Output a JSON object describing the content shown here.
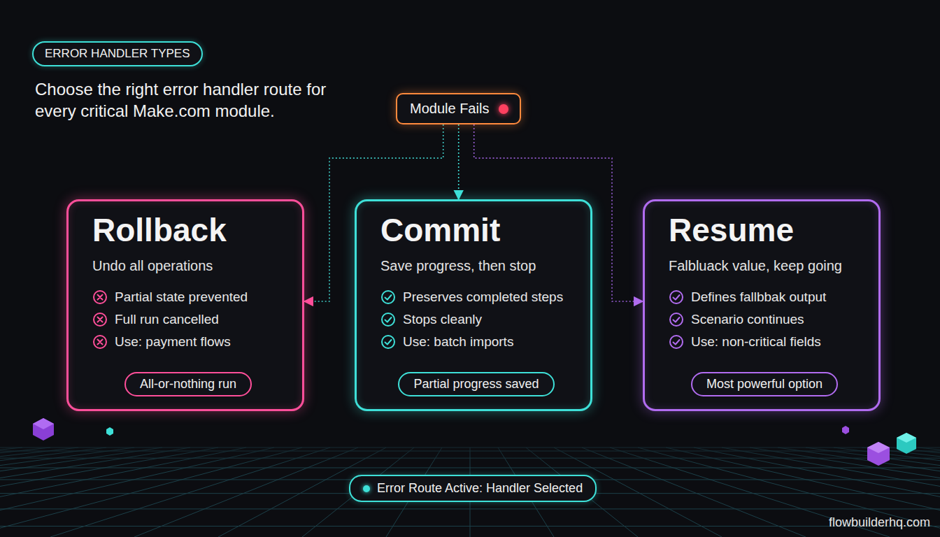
{
  "diagram": {
    "title": "Choose the right error handler route for every critical Make.com module.",
    "nodes": [
      {
        "text": [
          "ERROR HANDLER TYPES"
        ]
      },
      {
        "text": [
          "Module Fails"
        ]
      },
      {
        "text": [
          "Rollback",
          "Undo all operations",
          "Partial state prevented",
          "Full run cancelled",
          "Use: payment flows"
        ]
      },
      {
        "text": [
          "All-or-nothing run"
        ],
        "in": 2
      },
      {
        "text": [
          "Commit",
          "Save progress, then stop",
          "Preserves completed steps",
          "Stops cleanly",
          "Use: batch imports"
        ]
      },
      {
        "text": [
          "Partial progress saved"
        ],
        "in": 4
      },
      {
        "text": [
          "Resume",
          "Falbluack value, keep going",
          "Defines fallbbak output",
          "Scenario continues",
          "Use: non-critical fields"
        ]
      },
      {
        "text": [
          "Most powerful option"
        ],
        "in": 6
      },
      {
        "text": [
          "Error Route Active: Handler Selected"
        ]
      }
    ],
    "edges": [
      {
        "from": 1,
        "to": 2,
        "arrow": "to"
      },
      {
        "from": 1,
        "to": 4,
        "arrow": "to"
      },
      {
        "from": 1,
        "to": 6,
        "arrow": "to"
      }
    ],
    "labels": [
      "flowbuilderhq.com"
    ]
  }
}
